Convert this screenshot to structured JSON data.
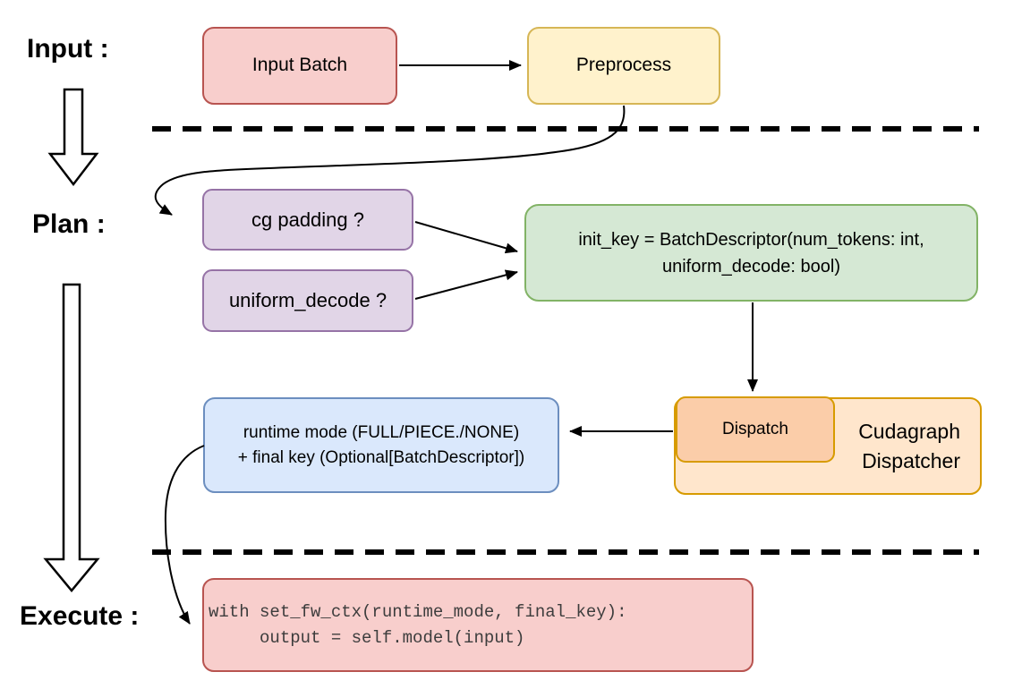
{
  "stages": {
    "input_label": "Input :",
    "plan_label": "Plan :",
    "execute_label": "Execute :"
  },
  "nodes": {
    "input_batch": {
      "label": "Input Batch",
      "fill": "#F8CECC",
      "stroke": "#B85450"
    },
    "preprocess": {
      "label": "Preprocess",
      "fill": "#FFF2CC",
      "stroke": "#D6B656"
    },
    "cg_padding": {
      "label": "cg padding ?",
      "fill": "#E1D5E7",
      "stroke": "#9673A6"
    },
    "uniform_decode": {
      "label": "uniform_decode ?",
      "fill": "#E1D5E7",
      "stroke": "#9673A6"
    },
    "init_key": {
      "line1": "init_key = BatchDescriptor(num_tokens: int,",
      "line2": "uniform_decode: bool)",
      "fill": "#D5E8D4",
      "stroke": "#82B366"
    },
    "dispatch": {
      "label": "Dispatch",
      "fill": "#FBCDA9",
      "stroke": "#D79B00"
    },
    "cudagraph_dispatcher": {
      "line1": "Cudagraph",
      "line2": "Dispatcher",
      "fill": "#FFE6CC",
      "stroke": "#D79B00"
    },
    "runtime_mode": {
      "line1": "runtime mode (FULL/PIECE./NONE)",
      "line2": "+ final key (Optional[BatchDescriptor])",
      "fill": "#DAE8FC",
      "stroke": "#6C8EBF"
    },
    "execute_code": {
      "line1": "with set_fw_ctx(runtime_mode, final_key):",
      "line2": "     output = self.model(input)",
      "fill": "#F8CECC",
      "stroke": "#B85450"
    }
  },
  "colors": {
    "connector": "#000000",
    "separator": "#000000",
    "stage_arrow_fill": "#FFFFFF",
    "stage_arrow_stroke": "#000000",
    "code_text": "#3d3d3d",
    "node_text": "#000000"
  }
}
